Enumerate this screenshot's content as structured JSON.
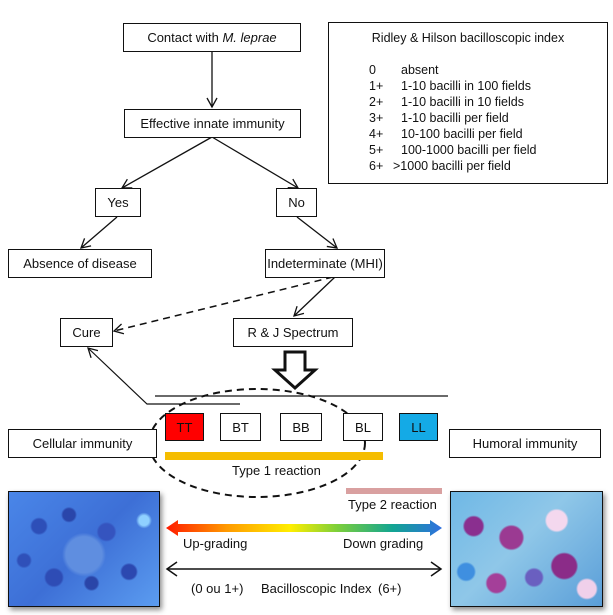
{
  "flowchart": {
    "contact": {
      "prefix": "Contact with ",
      "organism": "M. leprae"
    },
    "innate": "Effective innate immunity",
    "yes": "Yes",
    "no": "No",
    "absence": "Absence of disease",
    "indeterminate": "Indeterminate (MHI)",
    "cure": "Cure",
    "spectrum": "R & J Spectrum"
  },
  "legend": {
    "title": "Ridley & Hilson bacilloscopic index",
    "rows": [
      {
        "level": "0",
        "desc": "absent"
      },
      {
        "level": "1+",
        "desc": "1-10 bacilli in 100 fields"
      },
      {
        "level": "2+",
        "desc": "1-10 bacilli in 10 fields"
      },
      {
        "level": "3+",
        "desc": "1-10 bacilli per field"
      },
      {
        "level": "4+",
        "desc": "10-100 bacilli per field"
      },
      {
        "level": "5+",
        "desc": "100-1000 bacilli per field"
      },
      {
        "level": "6+",
        "desc": ">1000 bacilli per field"
      }
    ]
  },
  "spectrum": {
    "forms": [
      {
        "label": "TT",
        "color": "#ff0000"
      },
      {
        "label": "BT",
        "color": "#ffffff"
      },
      {
        "label": "BB",
        "color": "#ffffff"
      },
      {
        "label": "BL",
        "color": "#ffffff"
      },
      {
        "label": "LL",
        "color": "#14aae6"
      }
    ],
    "cellular": "Cellular immunity",
    "humoral": "Humoral immunity",
    "type1": {
      "label": "Type 1 reaction",
      "color": "#f5bd00"
    },
    "type2": {
      "label": "Type 2 reaction",
      "color": "#d9a0a0"
    }
  },
  "bottom": {
    "upgrading": "Up-grading",
    "downgrading": "Down grading",
    "index_low": "(0 ou 1+)",
    "index_label": "Bacilloscopic Index",
    "index_high": "(6+)",
    "gradient_colors": [
      "#ff1a00",
      "#ff9a00",
      "#ffee00",
      "#7ccf3a",
      "#12a592",
      "#2f6fe0"
    ]
  }
}
